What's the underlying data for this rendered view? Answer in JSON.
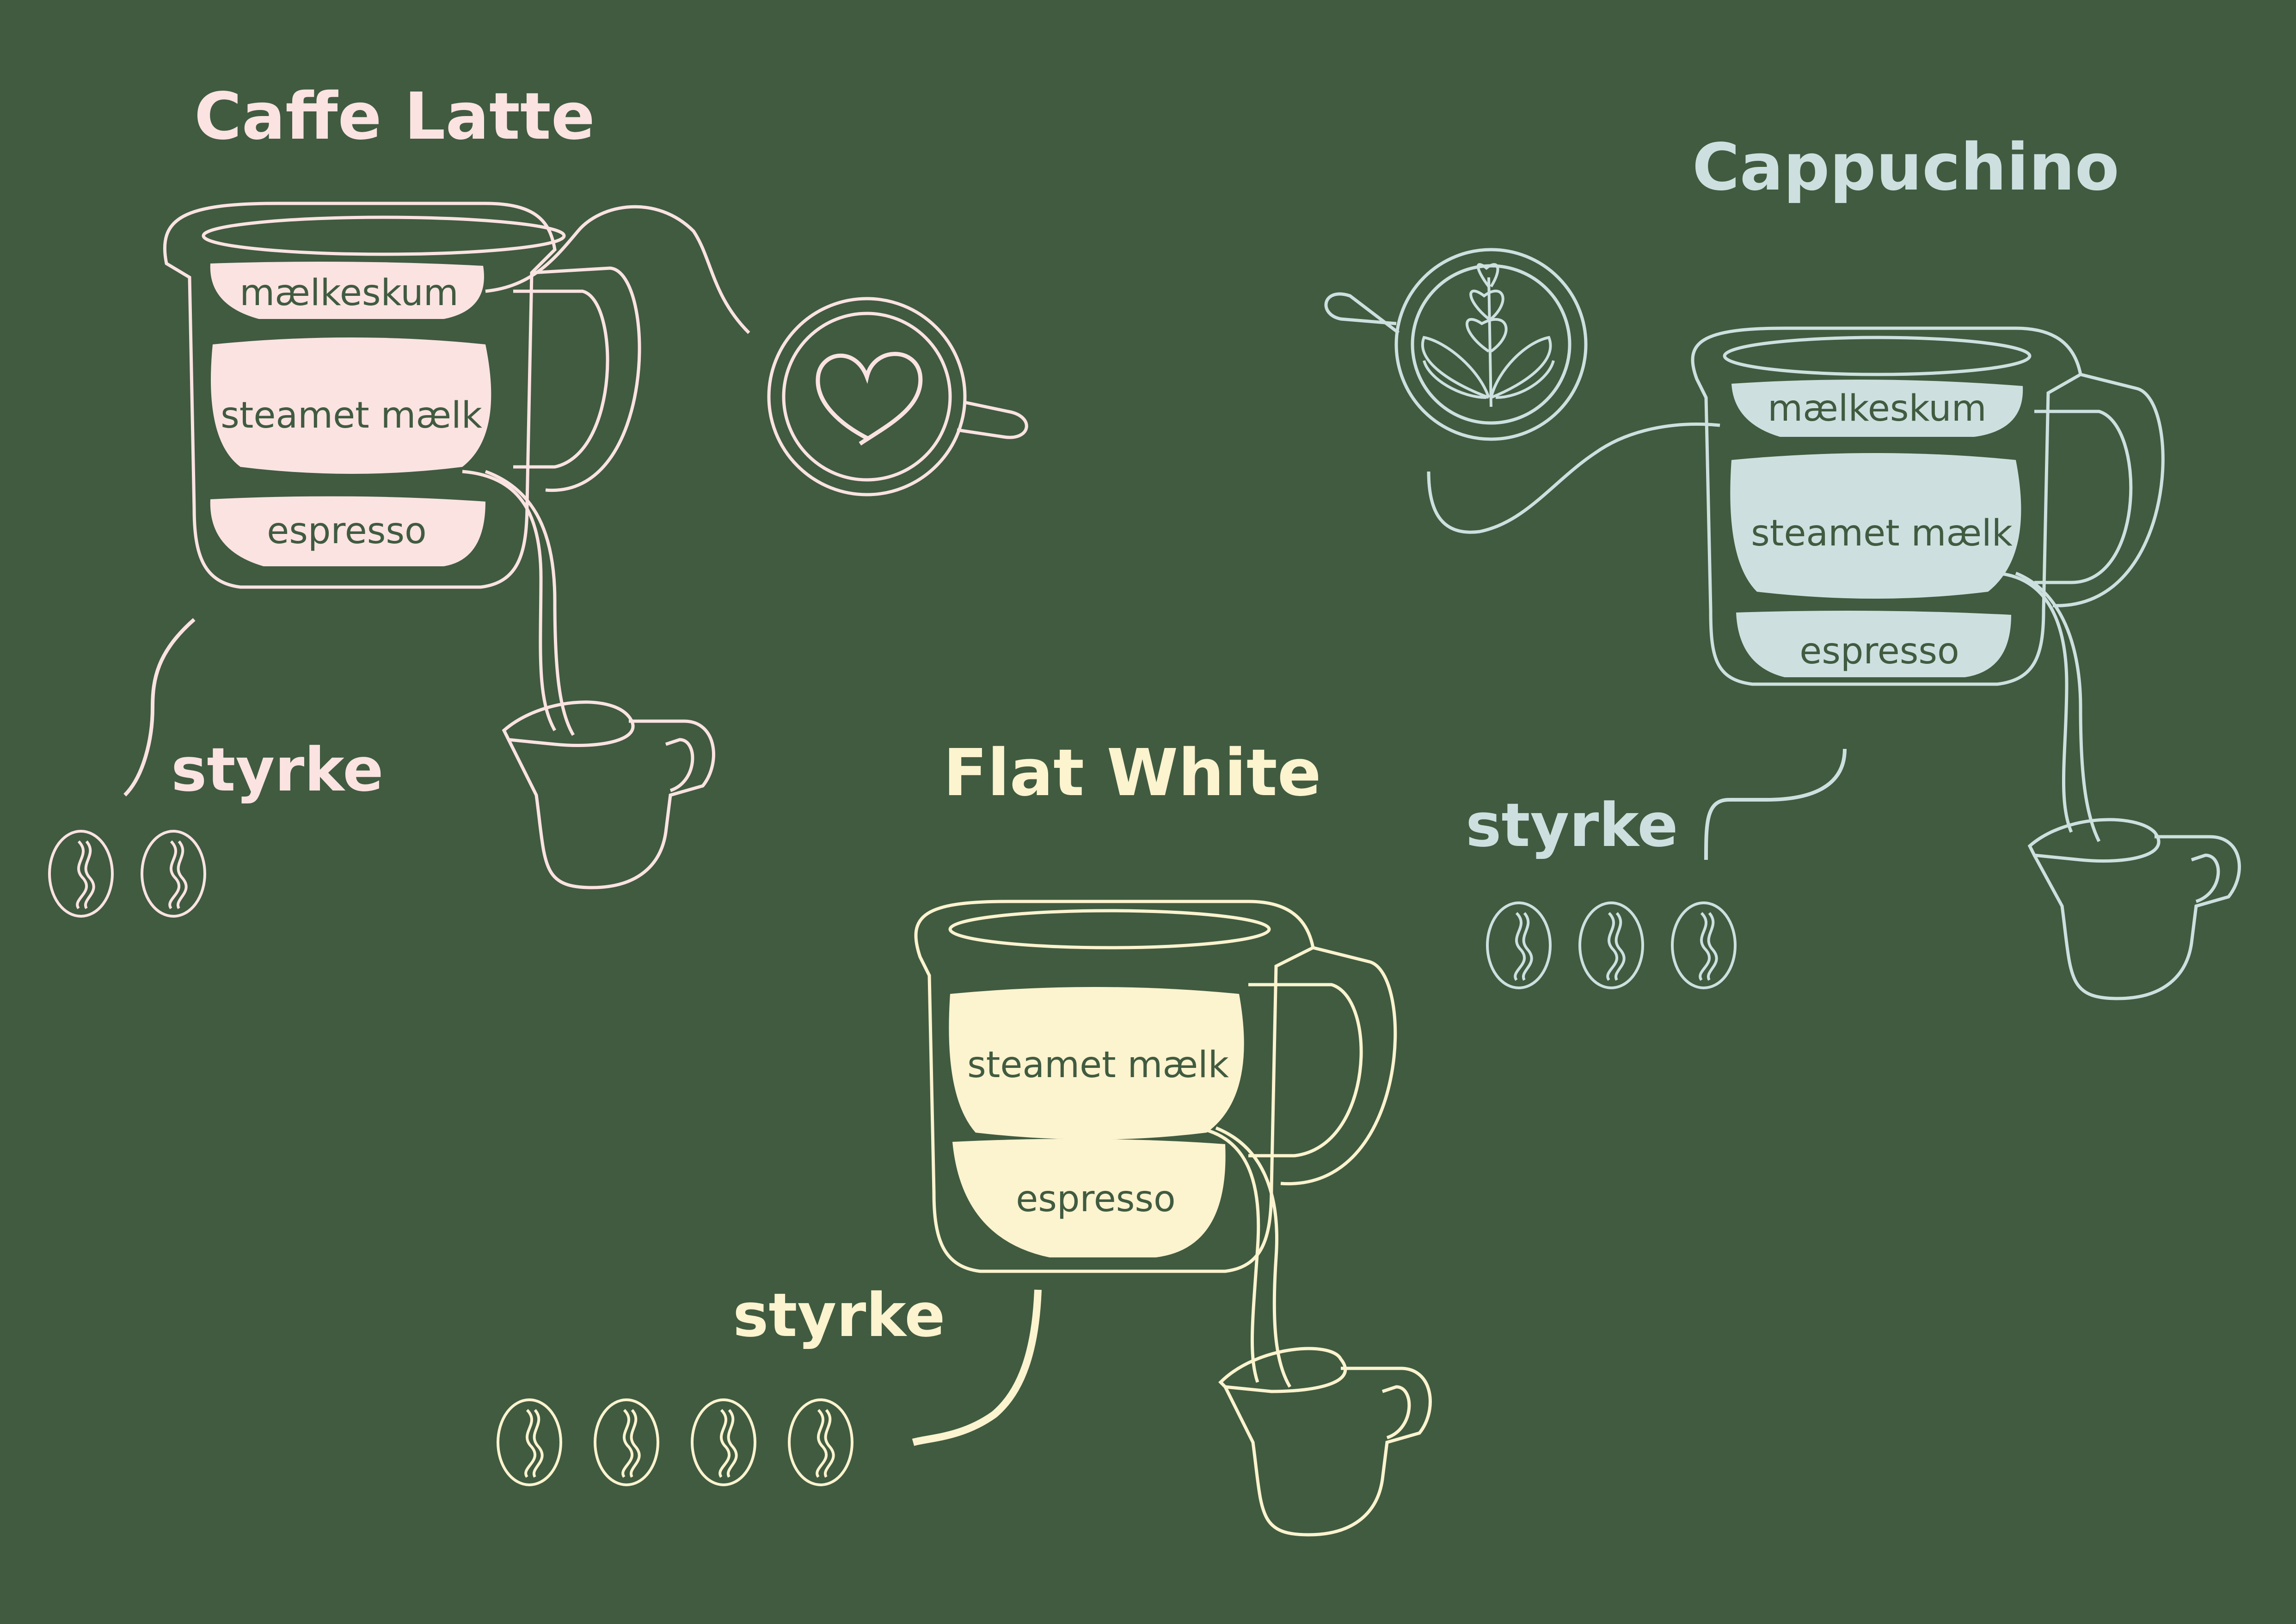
{
  "palette": {
    "background": "#405b40",
    "latte": "#fbe3e2",
    "cappuccino": "#cde0df",
    "flat_white": "#fcf3cf",
    "layer_text": "#405b40"
  },
  "drinks": [
    {
      "id": "caffe-latte",
      "title": "Caffe Latte",
      "accent": "#fbe3e2",
      "latte_art": "heart",
      "layers": [
        "mælkeskum",
        "steamet mælk",
        "espresso"
      ],
      "strength_label": "styrke",
      "strength": 2
    },
    {
      "id": "cappuchino",
      "title": "Cappuchino",
      "accent": "#cde0df",
      "latte_art": "rosetta-leaf",
      "layers": [
        "mælkeskum",
        "steamet mælk",
        "espresso"
      ],
      "strength_label": "styrke",
      "strength": 3
    },
    {
      "id": "flat-white",
      "title": "Flat White",
      "accent": "#fcf3cf",
      "latte_art": "none",
      "layers": [
        "steamet mælk",
        "espresso"
      ],
      "strength_label": "styrke",
      "strength": 4
    }
  ]
}
